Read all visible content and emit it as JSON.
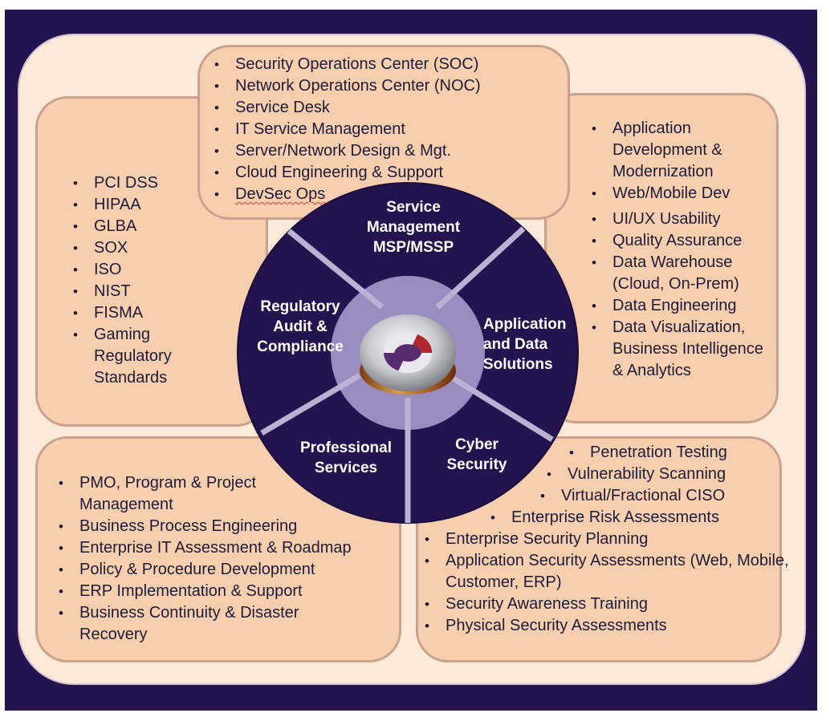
{
  "segments": {
    "service": [
      "Service",
      "Management",
      "MSP/MSSP"
    ],
    "regulatory": [
      "Regulatory",
      "Audit &",
      "Compliance"
    ],
    "application": [
      "Application",
      "and Data",
      "Solutions"
    ],
    "professional": [
      "Professional",
      "Services"
    ],
    "cyber": [
      "Cyber",
      "Security"
    ]
  },
  "top_list": [
    "Security Operations Center (SOC)",
    "Network Operations Center (NOC)",
    "Service Desk",
    "IT Service Management",
    "Server/Network Design & Mgt.",
    "Cloud Engineering & Support",
    "DevSec Ops"
  ],
  "left_list": [
    "PCI DSS",
    "HIPAA",
    "GLBA",
    "SOX",
    "ISO",
    "NIST",
    "FISMA",
    "Gaming Regulatory Standards"
  ],
  "right_list": [
    "Application Development & Modernization",
    "Web/Mobile Dev",
    "UI/UX Usability",
    "Quality Assurance",
    "Data Warehouse (Cloud, On-Prem)",
    "Data Engineering",
    "Data Visualization, Business Intelligence & Analytics"
  ],
  "bottom_left_list": [
    "PMO, Program & Project Management",
    "Business Process Engineering",
    "Enterprise IT Assessment & Roadmap",
    "Policy & Procedure Development",
    "ERP Implementation & Support",
    "Business Continuity & Disaster Recovery"
  ],
  "bottom_right_list": [
    "Penetration Testing",
    "Vulnerability Scanning",
    "Virtual/Fractional CISO",
    "Enterprise Risk Assessments",
    "Enterprise Security Planning",
    "Application Security Assessments (Web, Mobile, Customer, ERP)",
    "Security Awareness Training",
    "Physical Security Assessments"
  ],
  "colors": {
    "background": "#24134e",
    "ring": "#24134e",
    "inner_ring": "#9a8bc0",
    "panel": "#f8cfae",
    "outer_panel": "#fde9d8"
  }
}
